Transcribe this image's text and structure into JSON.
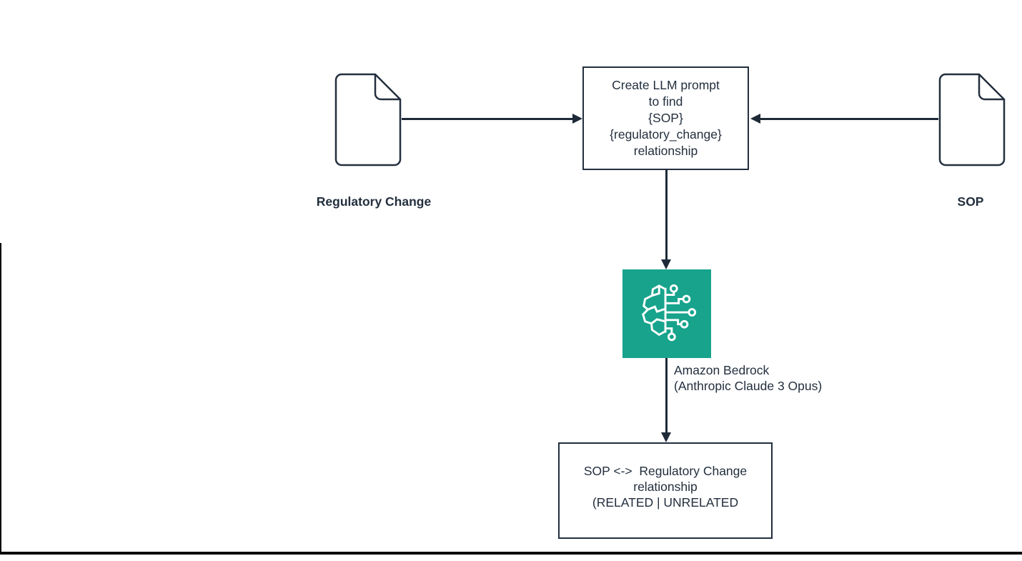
{
  "colors": {
    "ink": "#232F3E",
    "line": "#1E2A38",
    "bedrock_green": "#17A38C",
    "doc_line_start": "#4478E8",
    "doc_line_end": "#EE7FCB",
    "frame": "#0B0B0B"
  },
  "nodes": {
    "regulatory_doc": {
      "label": "Regulatory Change",
      "icon": "document-icon"
    },
    "sop_doc": {
      "label": "SOP",
      "icon": "document-icon"
    },
    "prompt_box": {
      "lines": [
        "Create LLM prompt",
        "to find",
        "{SOP}",
        "{regulatory_change}",
        "relationship"
      ]
    },
    "bedrock": {
      "icon": "bedrock-brain-icon",
      "label_lines": [
        "Amazon Bedrock",
        "(Anthropic Claude 3 Opus)"
      ]
    },
    "result_box": {
      "lines": [
        "SOP <->  Regulatory Change",
        "relationship",
        "(RELATED | UNRELATED"
      ]
    }
  },
  "edges": [
    {
      "from": "regulatory_doc",
      "to": "prompt_box",
      "direction": "right"
    },
    {
      "from": "sop_doc",
      "to": "prompt_box",
      "direction": "left"
    },
    {
      "from": "prompt_box",
      "to": "bedrock",
      "direction": "down"
    },
    {
      "from": "bedrock",
      "to": "result_box",
      "direction": "down"
    }
  ]
}
